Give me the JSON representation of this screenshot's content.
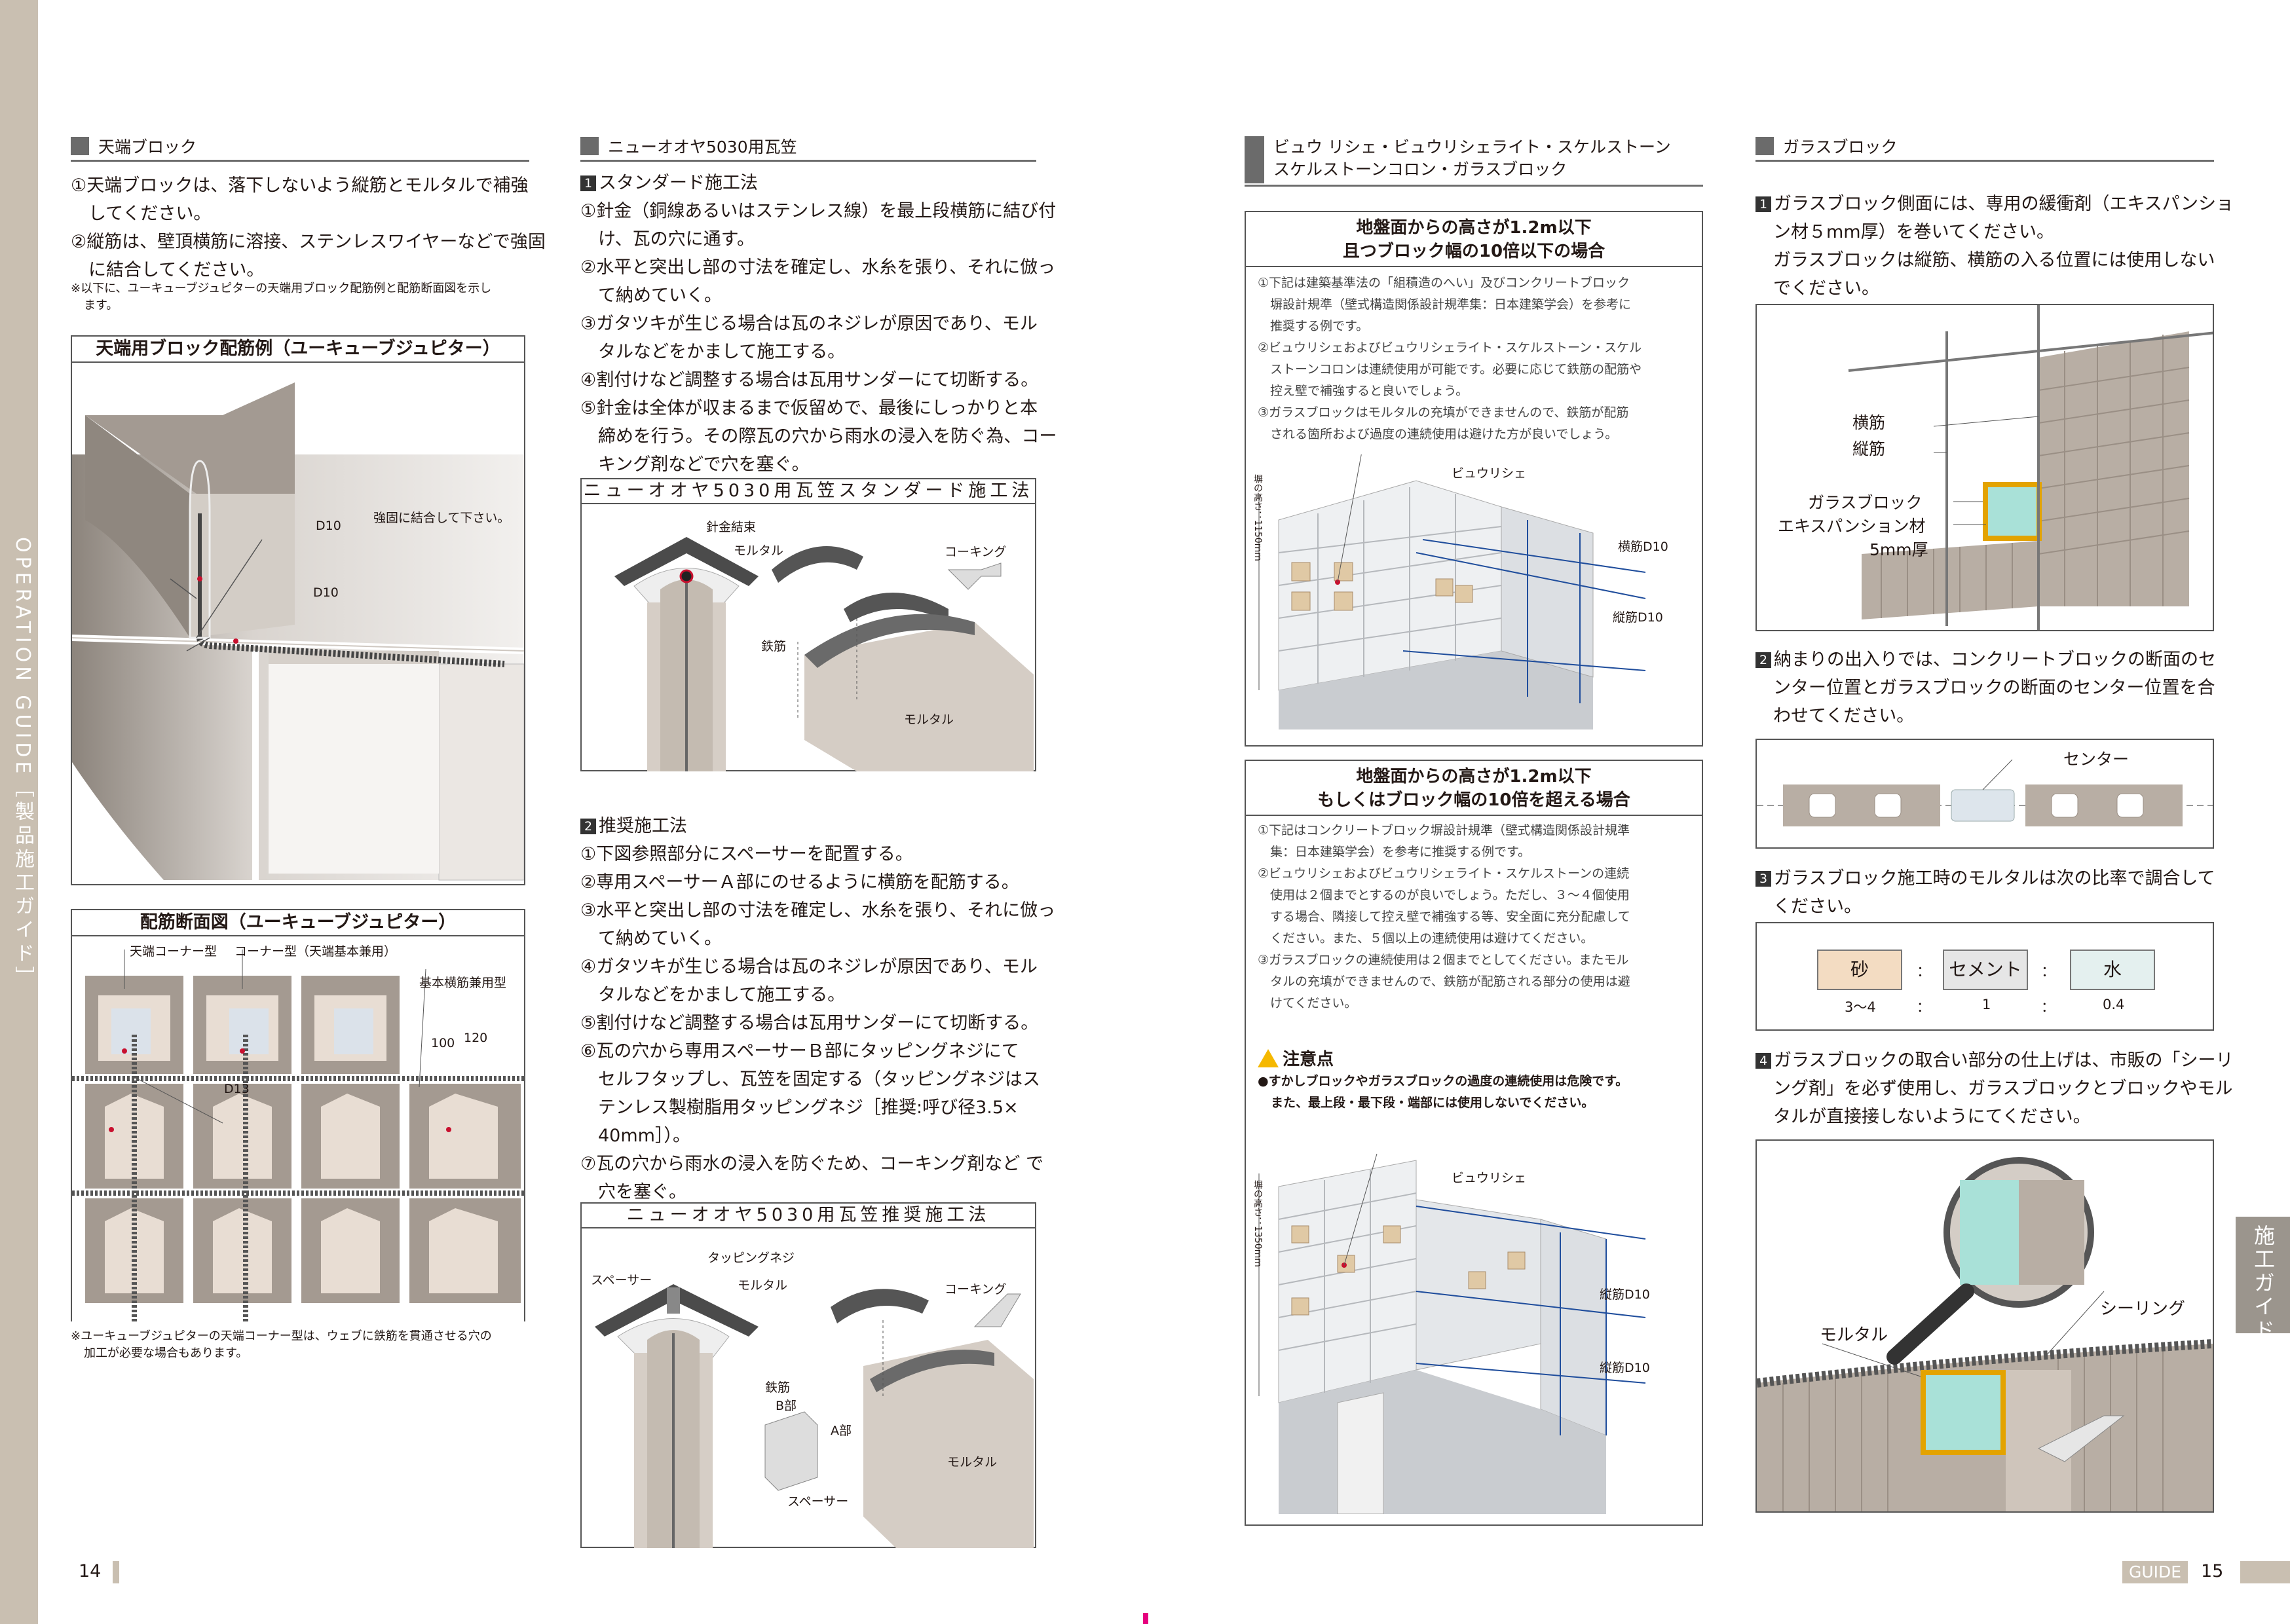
{
  "side": {
    "left_tab": "OPERATION GUIDE［製品施工ガイド］",
    "right_tab": "施工ガイド",
    "page_left": "14",
    "page_right": "15",
    "guide_badge": "GUIDE"
  },
  "col1": {
    "title": "天端ブロック",
    "p1a": "①天端ブロックは、落下しないよう縦筋とモルタルで補強",
    "p1b": "してください。",
    "p2a": "②縦筋は、壁頂横筋に溶接、ステンレスワイヤーなどで強固",
    "p2b": "に結合してください。",
    "note1a": "※以下に、ユーキューブジュピターの天端用ブロック配筋例と配筋断面図を示し",
    "note1b": "ます。",
    "fig1_title": "天端用ブロック配筋例（ユーキューブジュピター）",
    "fig1_d10a": "D10",
    "fig1_d10b": "D10",
    "fig1_note": "強固に結合して下さい。",
    "fig2_title": "配筋断面図（ユーキューブジュピター）",
    "fig2_l1": "天端コーナー型",
    "fig2_l2": "コーナー型（天端基本兼用）",
    "fig2_l3": "基本横筋兼用型",
    "fig2_d13": "D13",
    "fig2_100": "100",
    "fig2_120": "120",
    "note2a": "※ユーキューブジュピターの天端コーナー型は、ウェブに鉄筋を貫通させる穴の",
    "note2b": "加工が必要な場合もあります。"
  },
  "col2": {
    "title": "ニューオオヤ5030用瓦笠",
    "s1_num": "1",
    "s1_head": "スタンダード施工法",
    "s1_1a": "①針金（銅線あるいはステンレス線）を最上段横筋に結び付",
    "s1_1b": "け、瓦の穴に通す。",
    "s1_2a": "②水平と突出し部の寸法を確定し、水糸を張り、それに倣っ",
    "s1_2b": "て納めていく。",
    "s1_3a": "③ガタツキが生じる場合は瓦のネジレが原因であり、モル",
    "s1_3b": "タルなどをかまして施工する。",
    "s1_4": "④割付けなど調整する場合は瓦用サンダーにて切断する。",
    "s1_5a": "⑤針金は全体が収まるまで仮留めで、最後にしっかりと本",
    "s1_5b": "締めを行う。その際瓦の穴から雨水の浸入を防ぐ為、コー",
    "s1_5c": "キング剤などで穴を塞ぐ。",
    "fig3_title": "ニューオオヤ5030用瓦笠スタンダード施工法",
    "fig3_l1": "針金結束",
    "fig3_l2": "モルタル",
    "fig3_l3": "鉄筋",
    "fig3_l4": "コーキング",
    "fig3_l5": "モルタル",
    "s2_num": "2",
    "s2_head": "推奨施工法",
    "s2_1": "①下図参照部分にスペーサーを配置する。",
    "s2_2": "②専用スペーサーＡ部にのせるように横筋を配筋する。",
    "s2_3a": "③水平と突出し部の寸法を確定し、水糸を張り、それに倣っ",
    "s2_3b": "て納めていく。",
    "s2_4a": "④ガタツキが生じる場合は瓦のネジレが原因であり、モル",
    "s2_4b": "タルなどをかまして施工する。",
    "s2_5": "⑤割付けなど調整する場合は瓦用サンダーにて切断する。",
    "s2_6a": "⑥瓦の穴から専用スペーサーＢ部にタッピングネジにて",
    "s2_6b": "セルフタップし、瓦笠を固定する（タッピングネジはス",
    "s2_6c": "テンレス製樹脂用タッピングネジ［推奨:呼び径3.5×",
    "s2_6d": "40mm］）。",
    "s2_7a": "⑦瓦の穴から雨水の浸入を防ぐため、コーキング剤など で",
    "s2_7b": "穴を塞ぐ。",
    "fig4_title": "ニューオオヤ5030用瓦笠推奨施工法",
    "fig4_l1": "タッピングネジ",
    "fig4_l2": "スペーサー",
    "fig4_l3": "モルタル",
    "fig4_l4": "コーキング",
    "fig4_l5": "鉄筋",
    "fig4_l6": "B部",
    "fig4_l7": "A部",
    "fig4_l8": "モルタル",
    "fig4_l9": "スペーサー"
  },
  "col3": {
    "title1": "ビュウ リシェ・ビュウリシェライト・スケルストーン",
    "title2": "スケルストーンコロン・ガラスブロック",
    "box1_h1": "地盤面からの高さが1.2m以下",
    "box1_h2": "且つブロック幅の10倍以下の場合",
    "box1_t1": "①下記は建築基準法の「組積造のへい」及びコンクリートブロック",
    "box1_t2": "塀設計規準（壁式構造関係設計規準集：日本建築学会）を参考に",
    "box1_t3": "推奨する例です。",
    "box1_t4": "②ビュウリシェおよびビュウリシェライト・スケルストーン・スケル",
    "box1_t5": "ストーンコロンは連続使用が可能です。必要に応じて鉄筋の配筋や",
    "box1_t6": "控え壁で補強すると良いでしょう。",
    "box1_t7": "③ガラスブロックはモルタルの充填ができませんので、鉄筋が配筋",
    "box1_t8": "される箇所および過度の連続使用は避けた方が良いでしょう。",
    "box1_f_l1": "ビュウリシェ",
    "box1_f_l2": "横筋D10",
    "box1_f_l3": "縦筋D10",
    "box1_f_h": "塀の高さ：1150mm",
    "box2_h1": "地盤面からの高さが1.2m以下",
    "box2_h2": "もしくはブロック幅の10倍を超える場合",
    "box2_t1": "①下記はコンクリートブロック塀設計規準（壁式構造関係設計規準",
    "box2_t2": "集：日本建築学会）を参考に推奨する例です。",
    "box2_t3": "②ビュウリシェおよびビュウリシェライト・スケルストーンの連続",
    "box2_t4": "使用は２個までとするのが良いでしょう。ただし、３～４個使用",
    "box2_t5": "する場合、隣接して控え壁で補強する等、安全面に充分配慮して",
    "box2_t6": "ください。また、５個以上の連続使用は避けてください。",
    "box2_t7": "③ガラスブロックの連続使用は２個までとしてください。またモル",
    "box2_t8": "タルの充填ができませんので、鉄筋が配筋される部分の使用は避",
    "box2_t9": "けてください。",
    "warn_head": "注意点",
    "warn_1": "●すかしブロックやガラスブロックの過度の連続使用は危険です。",
    "warn_2": "また、最上段・最下段・端部には使用しないでください。",
    "box2_f_l1": "ビュウリシェ",
    "box2_f_l2": "縦筋D10",
    "box2_f_l3": "縦筋D10",
    "box2_f_h": "塀の高さ：1350mm"
  },
  "col4": {
    "title": "ガラスブロック",
    "s1a": "ガラスブロック側面には、専用の緩衝剤（エキスパンショ",
    "s1b": "ン材５mm厚）を巻いてください。",
    "s1c": "ガラスブロックは縦筋、横筋の入る位置には使用しない",
    "s1d": "でください。",
    "f1_l1": "横筋",
    "f1_l2": "縦筋",
    "f1_l3": "ガラスブロック",
    "f1_l4": "エキスパンション材",
    "f1_l5": "5mm厚",
    "s2a": "納まりの出入りでは、コンクリートブロックの断面のセ",
    "s2b": "ンター位置とガラスブロックの断面のセンター位置を合",
    "s2c": "わせてください。",
    "f2_l1": "センター",
    "s3a": "ガラスブロック施工時のモルタルは次の比率で調合して",
    "s3b": "ください。",
    "r_sand": "砂",
    "r_cement": "セメント",
    "r_water": "水",
    "r_colon": "：",
    "r_v1": "3～4",
    "r_v2": "1",
    "r_v3": "0.4",
    "s4a": "ガラスブロックの取合い部分の仕上げは、市販の「シーリ",
    "s4b": "ング剤」を必ず使用し、ガラスブロックとブロックやモル",
    "s4c": "タルが直接接しないようにてください。",
    "f3_l1": "シーリング",
    "f3_l2": "モルタル",
    "n1": "1",
    "n2": "2",
    "n3": "3",
    "n4": "4"
  },
  "colors": {
    "tab": "#c9bfb1",
    "grey": "#6b6b6b",
    "block": "#b8aea4",
    "sand": "#f3dcc2",
    "cement": "#e6e6e6",
    "water": "#e4f0ef"
  }
}
